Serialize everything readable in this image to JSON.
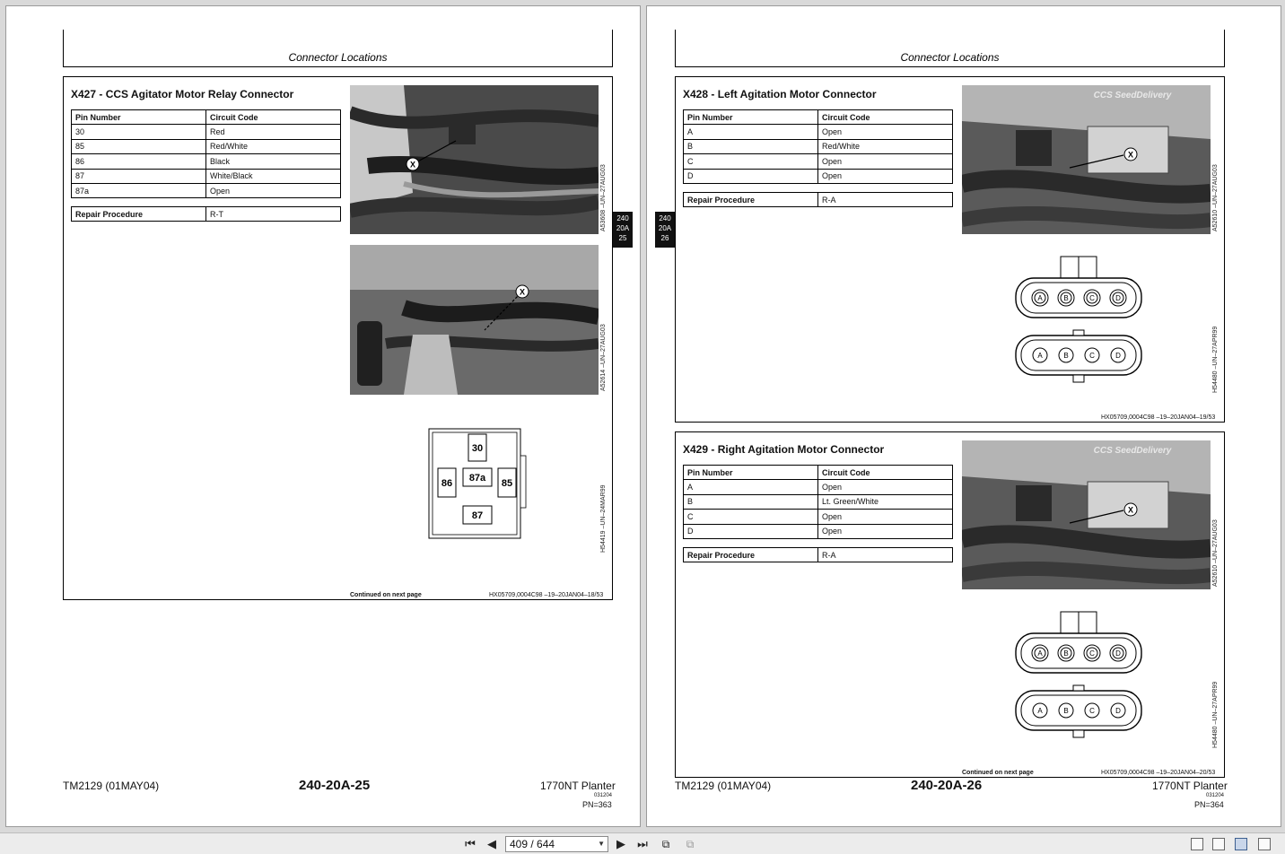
{
  "viewer": {
    "pages": [
      {
        "header": "Connector Locations",
        "sections": [
          {
            "title": "X427 - CCS Agitator Motor Relay Connector",
            "table_headers": [
              "Pin Number",
              "Circuit Code"
            ],
            "rows": [
              [
                "30",
                "Red"
              ],
              [
                "85",
                "Red/White"
              ],
              [
                "86",
                "Black"
              ],
              [
                "87",
                "White/Black"
              ],
              [
                "87a",
                "Open"
              ]
            ],
            "repair": [
              "Repair Procedure",
              "R-T"
            ],
            "photo_ids": [
              "A53608 –UN–27AUG03",
              "A52614 –UN–27AUG03",
              "H54419 –UN–24MAR99"
            ],
            "relay_pins": [
              "30",
              "86",
              "87a",
              "85",
              "87"
            ],
            "continued": "Continued on next page",
            "ref": "HX05709,0004C98  –19–20JAN04–18/53"
          }
        ],
        "tab": [
          "240",
          "20A",
          "25"
        ],
        "footer": {
          "left": "TM2129 (01MAY04)",
          "center": "240-20A-25",
          "right": "1770NT Planter",
          "code": "031204",
          "pn": "PN=363"
        }
      },
      {
        "header": "Connector Locations",
        "sections": [
          {
            "title": "X428 - Left Agitation Motor Connector",
            "table_headers": [
              "Pin Number",
              "Circuit Code"
            ],
            "rows": [
              [
                "A",
                "Open"
              ],
              [
                "B",
                "Red/White"
              ],
              [
                "C",
                "Open"
              ],
              [
                "D",
                "Open"
              ]
            ],
            "repair": [
              "Repair Procedure",
              "R-A"
            ],
            "photo_ids": [
              "A52610 –UN–27AUG03",
              "H54480 –UN–27APR99"
            ],
            "photo_brand": "CCS SeedDelivery",
            "connector_pins": [
              "A",
              "B",
              "C",
              "D"
            ],
            "ref": "HX05709,0004C98  –19–20JAN04–19/53"
          },
          {
            "title": "X429 - Right Agitation Motor Connector",
            "table_headers": [
              "Pin Number",
              "Circuit Code"
            ],
            "rows": [
              [
                "A",
                "Open"
              ],
              [
                "B",
                "Lt. Green/White"
              ],
              [
                "C",
                "Open"
              ],
              [
                "D",
                "Open"
              ]
            ],
            "repair": [
              "Repair Procedure",
              "R-A"
            ],
            "photo_ids": [
              "A52610 –UN–27AUG03",
              "H54480 –UN–27APR99"
            ],
            "photo_brand": "CCS SeedDelivery",
            "connector_pins": [
              "A",
              "B",
              "C",
              "D"
            ],
            "continued": "Continued on next page",
            "ref": "HX05709,0004C98  –19–20JAN04–20/53"
          }
        ],
        "tab": [
          "240",
          "20A",
          "26"
        ],
        "footer": {
          "left": "TM2129 (01MAY04)",
          "center": "240-20A-26",
          "right": "1770NT Planter",
          "code": "031204",
          "pn": "PN=364"
        }
      }
    ],
    "photo_marker": "X"
  },
  "toolbar": {
    "page_indicator": "409 / 644",
    "icons": [
      "first-page-icon",
      "prev-page-icon",
      "next-page-icon",
      "last-page-icon",
      "previous-view-icon",
      "next-view-icon",
      "single-page-icon",
      "continuous-icon",
      "facing-icon",
      "continuous-facing-icon"
    ]
  }
}
